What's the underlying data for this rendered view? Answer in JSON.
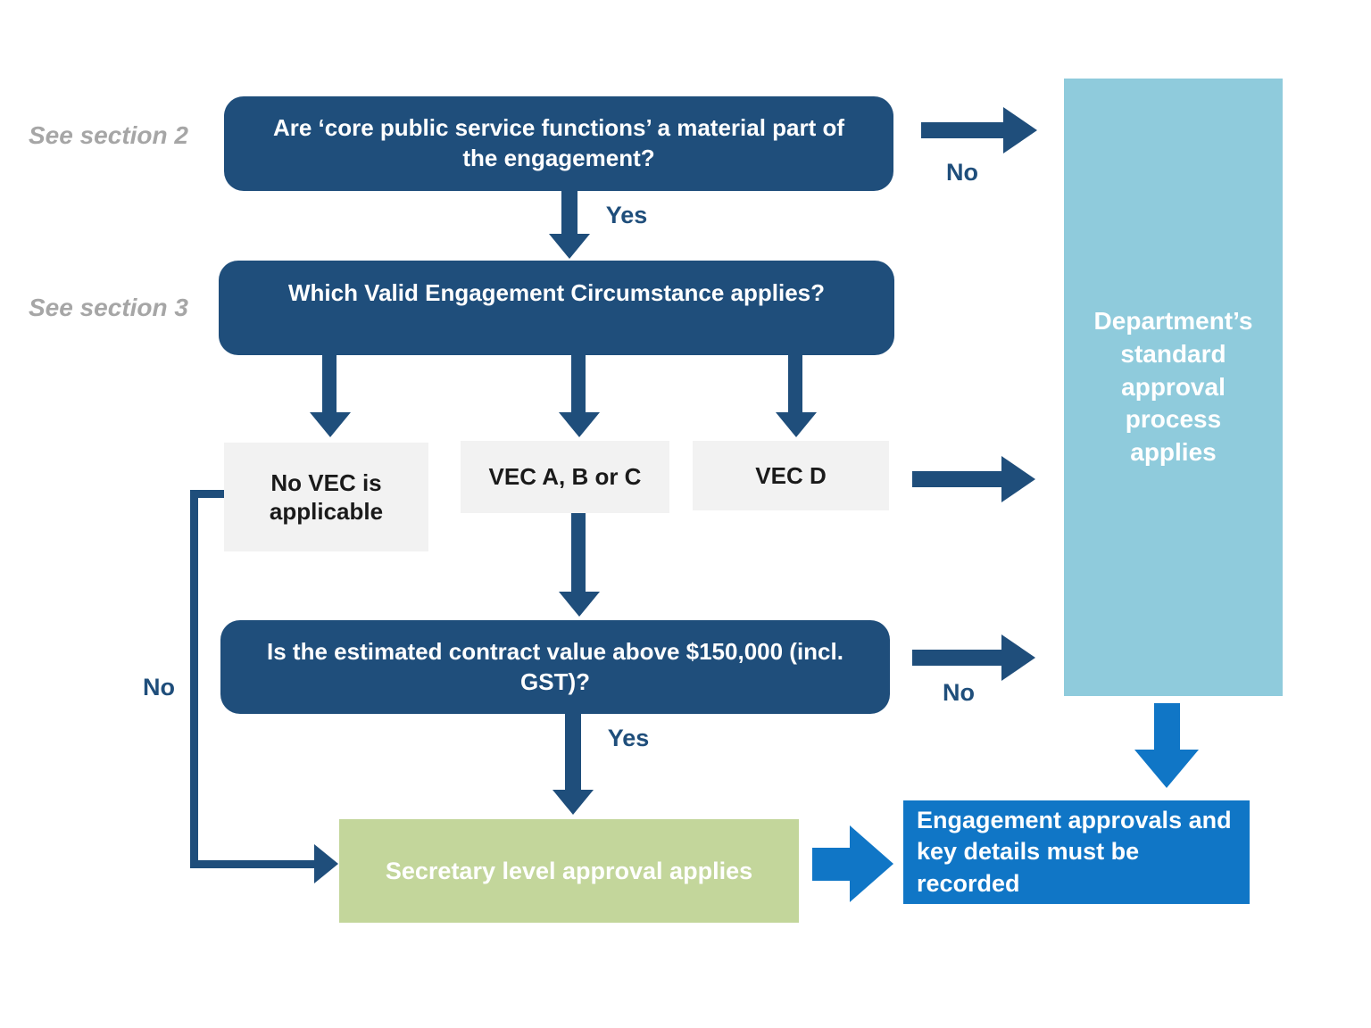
{
  "diagram": {
    "title": "Engagement approval decision flowchart",
    "palette": {
      "navy": "#1F4E7B",
      "light_blue": "#8FCBDC",
      "green": "#C3D69B",
      "bright_blue": "#1076C6",
      "gray_box": "#F2F2F2",
      "annotation_gray": "#A6A6A6"
    },
    "annotations": {
      "see_section_2": "See section 2",
      "see_section_3": "See section 3"
    },
    "nodes": {
      "q_core_functions": {
        "text": "Are ‘core public service functions’ a material part of the engagement?"
      },
      "q_which_vec": {
        "text": "Which Valid Engagement Circumstance applies?"
      },
      "no_vec": {
        "text": "No VEC is applicable"
      },
      "vec_abc": {
        "text": "VEC A, B or C"
      },
      "vec_d": {
        "text": "VEC D"
      },
      "q_contract_value": {
        "text": "Is the estimated contract value above $150,000 (incl. GST)?"
      },
      "standard_process": {
        "text": "Department’s standard approval process applies"
      },
      "secretary_approval": {
        "text": "Secretary level approval applies"
      },
      "record": {
        "text": "Engagement approvals and key details must be recorded",
        "line1": "Engagement approvals and",
        "line2": "key details must be recorded"
      }
    },
    "edge_labels": {
      "q_core_no": "No",
      "q_core_yes": "Yes",
      "no_vec_branch": "No",
      "value_no": "No",
      "value_yes": "Yes"
    }
  }
}
